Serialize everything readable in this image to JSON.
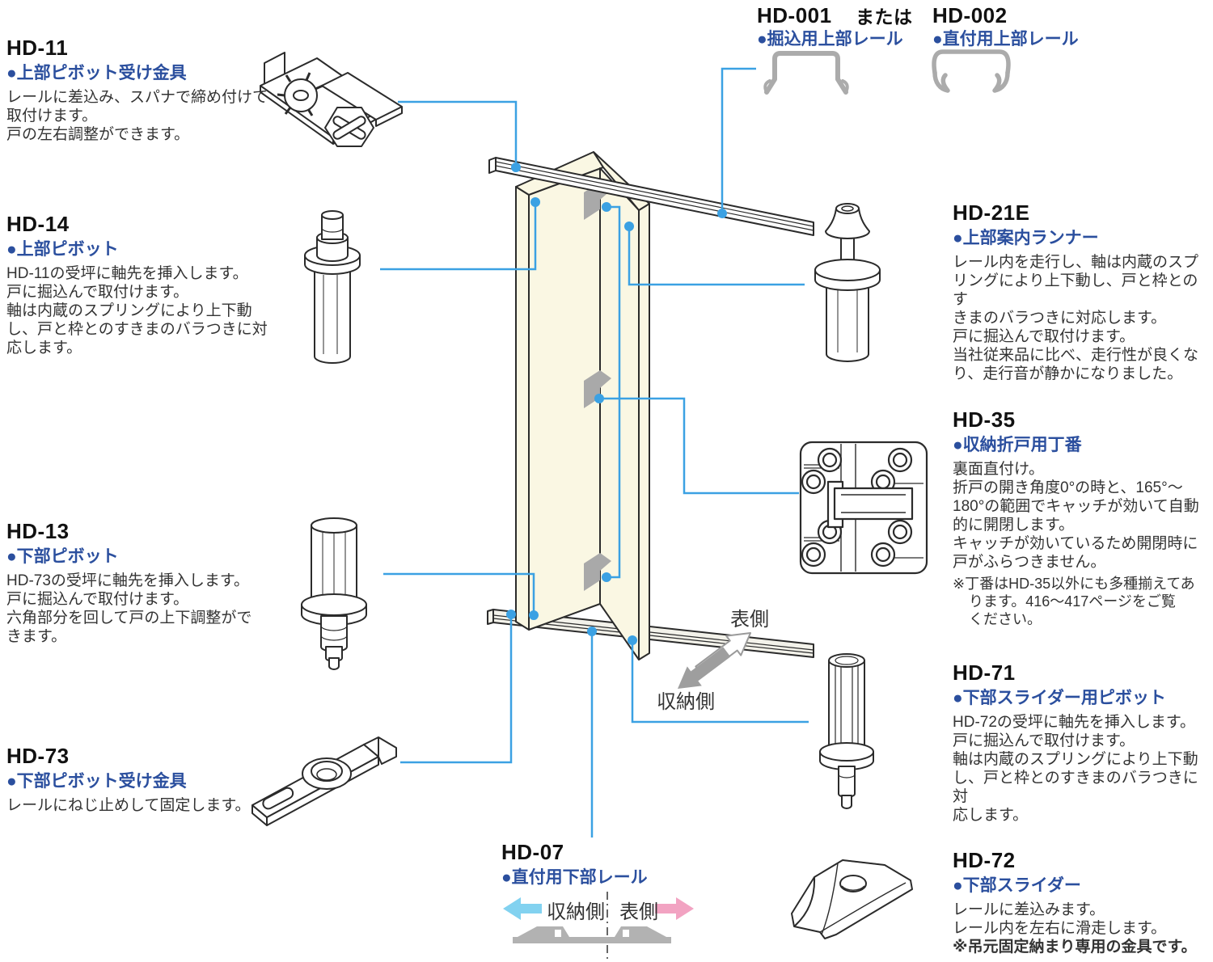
{
  "colors": {
    "accent_blue": "#2b4f9e",
    "leader_blue": "#3ba1e3",
    "door_fill": "#faf7e3",
    "gray_part": "#a9a9a9",
    "arrow_left_blue": "#82d2f0",
    "arrow_right_pink": "#f2a3c2"
  },
  "sections": {
    "hd11": {
      "code": "HD-11",
      "name": "●上部ピボット受け金具",
      "desc": [
        "レールに差込み、スパナで締め付けて",
        "取付けます。",
        "戸の左右調整ができます。"
      ]
    },
    "hd14": {
      "code": "HD-14",
      "name": "●上部ピボット",
      "desc": [
        "HD-11の受坪に軸先を挿入します。",
        "戸に掘込んで取付けます。",
        "軸は内蔵のスプリングにより上下動",
        "し、戸と枠とのすきまのバラつきに対",
        "応します。"
      ]
    },
    "hd13": {
      "code": "HD-13",
      "name": "●下部ピボット",
      "desc": [
        "HD-73の受坪に軸先を挿入します。",
        "戸に掘込んで取付けます。",
        "六角部分を回して戸の上下調整がで",
        "きます。"
      ]
    },
    "hd73": {
      "code": "HD-73",
      "name": "●下部ピボット受け金具",
      "desc": [
        "レールにねじ止めして固定します。"
      ]
    },
    "rails_top": {
      "code1": "HD-001",
      "conj": "または",
      "code2": "HD-002",
      "name1": "●掘込用上部レール",
      "name2": "●直付用上部レール"
    },
    "hd21e": {
      "code": "HD-21E",
      "name": "●上部案内ランナー",
      "desc": [
        "レール内を走行し、軸は内蔵のスプ",
        "リングにより上下動し、戸と枠とのす",
        "きまのバラつきに対応します。",
        "戸に掘込んで取付けます。",
        "当社従来品に比べ、走行性が良くな",
        "り、走行音が静かになりました。"
      ]
    },
    "hd35": {
      "code": "HD-35",
      "name": "●収納折戸用丁番",
      "desc": [
        "裏面直付け。",
        "折戸の開き角度0°の時と、165°～",
        "180°の範囲でキャッチが効いて自動",
        "的に開閉します。",
        "キャッチが効いているため開閉時に",
        "戸がふらつきません。"
      ],
      "note": [
        "※丁番はHD-35以外にも多種揃えてあ",
        "ります。416～417ページをご覧",
        "ください。"
      ]
    },
    "hd71": {
      "code": "HD-71",
      "name": "●下部スライダー用ピボット",
      "desc": [
        "HD-72の受坪に軸先を挿入します。",
        "戸に掘込んで取付けます。",
        "軸は内蔵のスプリングにより上下動",
        "し、戸と枠とのすきまのバラつきに対",
        "応します。"
      ]
    },
    "hd72": {
      "code": "HD-72",
      "name": "●下部スライダー",
      "desc": [
        "レールに差込みます。",
        "レール内を左右に滑走します。"
      ],
      "desc_bold": "※吊元固定納まり専用の金具です。"
    },
    "hd07": {
      "code": "HD-07",
      "name": "●直付用下部レール",
      "left_label": "収納側",
      "right_label": "表側"
    }
  },
  "diagram": {
    "front_label": "表側",
    "storage_label": "収納側"
  }
}
